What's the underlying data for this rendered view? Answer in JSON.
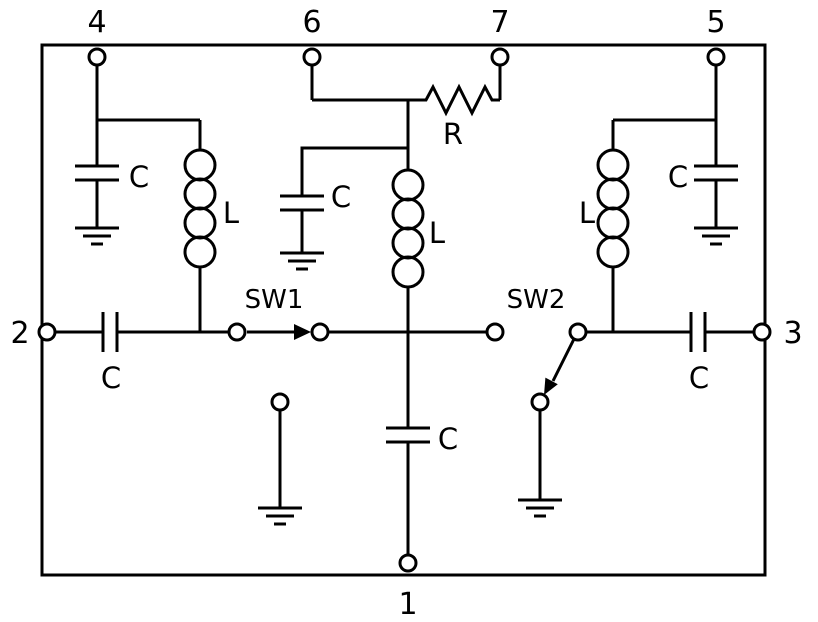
{
  "diagram": {
    "type": "circuit-schematic",
    "colors": {
      "line": "#000000",
      "background": "#ffffff"
    },
    "terminals": {
      "t1": "1",
      "t2": "2",
      "t3": "3",
      "t4": "4",
      "t5": "5",
      "t6": "6",
      "t7": "7"
    },
    "labels": {
      "cap_top_left": "C",
      "cap_series_left": "C",
      "cap_center": "C",
      "cap_bottom_center": "C",
      "cap_top_right": "C",
      "cap_series_right": "C",
      "ind_left": "L",
      "ind_center": "L",
      "ind_right": "L",
      "resistor": "R",
      "sw1": "SW1",
      "sw2": "SW2"
    }
  }
}
